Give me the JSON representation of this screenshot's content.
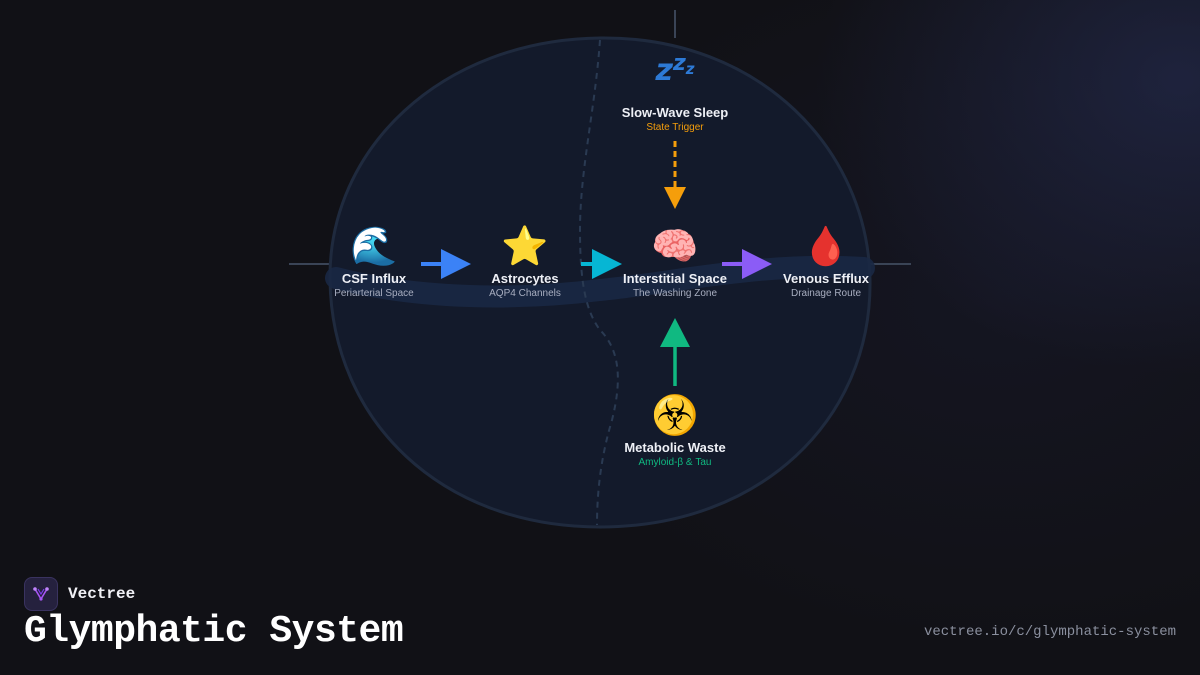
{
  "brand": {
    "name": "Vectree",
    "logo_icon": "vectree-logo-icon"
  },
  "page": {
    "title": "Glymphatic System",
    "url": "vectree.io/c/glymphatic-system"
  },
  "colors": {
    "background": "#111116",
    "brain_fill": "#131a2b",
    "brain_outline": "#1f2a3e",
    "arrow_blue": "#3b82f6",
    "arrow_cyan": "#06b6d4",
    "arrow_purple": "#8b5cf6",
    "arrow_orange": "#f59e0b",
    "arrow_green": "#10b981"
  },
  "nodes": {
    "sleep": {
      "icon": "zzz-icon",
      "title": "Slow-Wave Sleep",
      "subtitle": "State Trigger"
    },
    "csf": {
      "icon": "water-wave-icon",
      "emoji": "🌊",
      "title": "CSF Influx",
      "subtitle": "Periarterial Space"
    },
    "astrocytes": {
      "icon": "star-icon",
      "emoji": "⭐",
      "title": "Astrocytes",
      "subtitle": "AQP4 Channels"
    },
    "interstitial": {
      "icon": "brain-icon",
      "emoji": "🧠",
      "title": "Interstitial Space",
      "subtitle": "The Washing Zone"
    },
    "venous": {
      "icon": "drop-of-blood-icon",
      "emoji": "🩸",
      "title": "Venous Efflux",
      "subtitle": "Drainage Route"
    },
    "waste": {
      "icon": "biohazard-icon",
      "emoji": "☣️",
      "title": "Metabolic Waste",
      "subtitle": "Amyloid-β & Tau"
    }
  }
}
